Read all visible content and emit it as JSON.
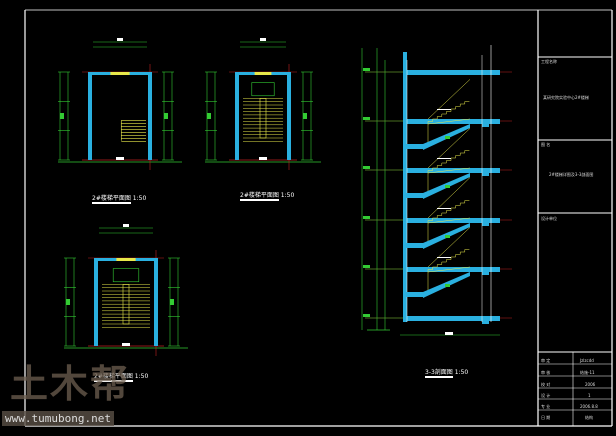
{
  "drawing": {
    "plans": [
      {
        "title": "2#楼梯平面图",
        "scale": "1:50"
      },
      {
        "title": "2#楼梯平面图",
        "scale": "1:50"
      },
      {
        "title": "2#楼梯平面图",
        "scale": "1:50"
      }
    ],
    "section": {
      "title": "3-3剖面图",
      "scale": "1:50"
    }
  },
  "title_block": {
    "project_label": "工程名称",
    "project_name": "某研究院实验中心2#楼梯",
    "drawing_label": "图 名",
    "drawing_name": "2#楼梯详图及3-3剖面图",
    "designer_label": "设计单位",
    "rows": [
      {
        "label": "审 定",
        "value": "Jzlzcdd"
      },
      {
        "label": "审 核",
        "value": "结施-11"
      },
      {
        "label": "校 对",
        "value": "2006"
      },
      {
        "label": "设 计",
        "value": "1"
      },
      {
        "label": "专 业",
        "value": "2006.8.8"
      },
      {
        "label": "日 期",
        "value": "结构"
      }
    ]
  },
  "watermark": {
    "logo": "土木帮",
    "url": "www.tumubong.net"
  },
  "colors": {
    "wall": "#2ab0e0",
    "dim": "#33cc33",
    "stair": "#e8e84a",
    "axis": "#c02020",
    "frame": "#ffffff"
  }
}
